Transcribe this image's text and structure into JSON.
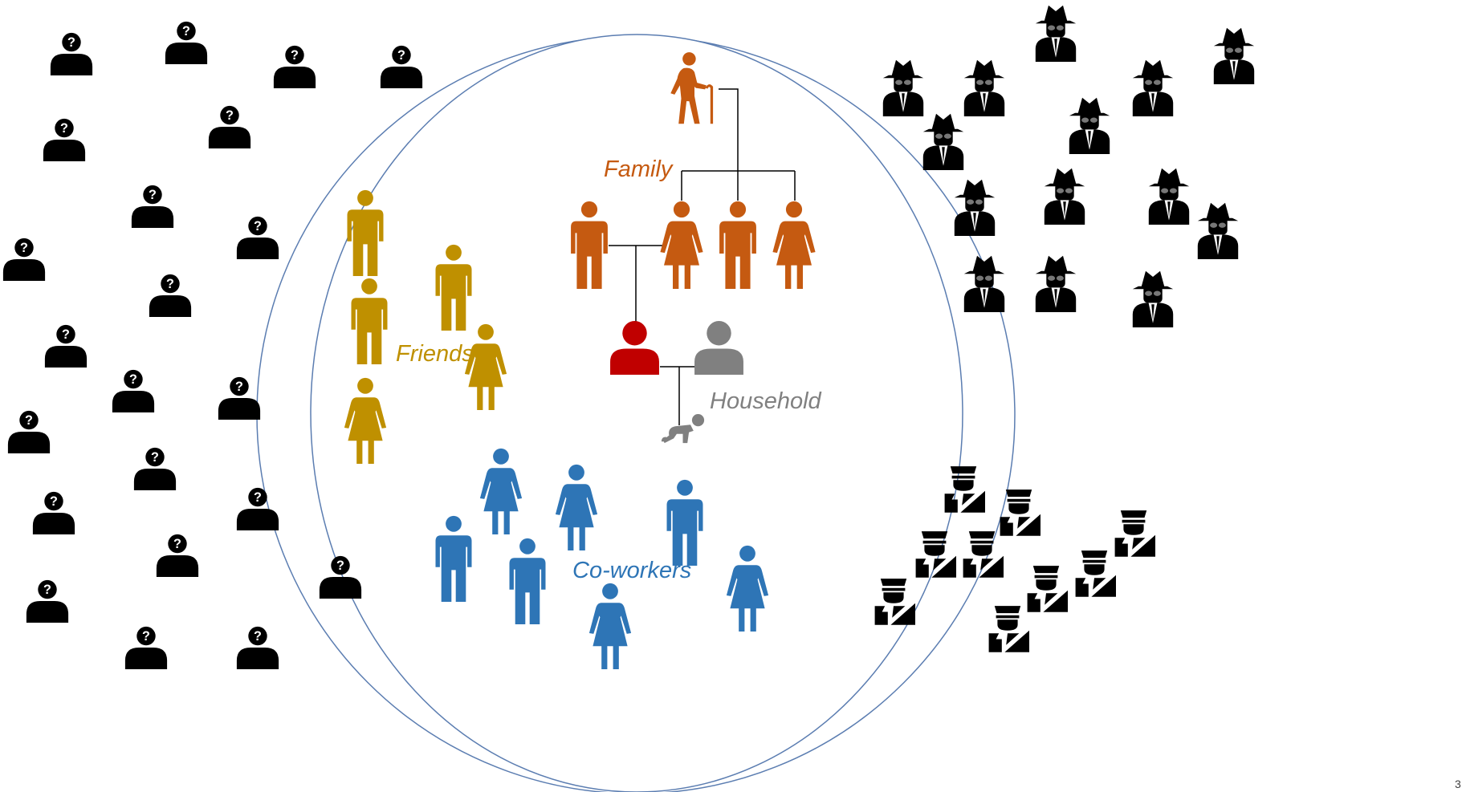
{
  "diagram": {
    "labels": {
      "family": "Family",
      "friends": "Friends",
      "household": "Household",
      "coworkers": "Co-workers",
      "page_number": "3"
    },
    "colors": {
      "family": "#c55a11",
      "friends": "#bf9000",
      "coworkers": "#2e75b6",
      "self": "#c00000",
      "household": "#808080",
      "outsiders": "#000000",
      "circle_outline": "#5b7db1"
    },
    "icons": {
      "unknown_person": "unknown-person-icon",
      "spy": "spy-icon",
      "police": "police-officer-icon",
      "elderly": "elderly-person-icon",
      "man": "man-icon",
      "woman": "woman-icon",
      "self": "self-person-icon",
      "partner": "partner-person-icon",
      "baby": "crawling-baby-icon"
    }
  }
}
